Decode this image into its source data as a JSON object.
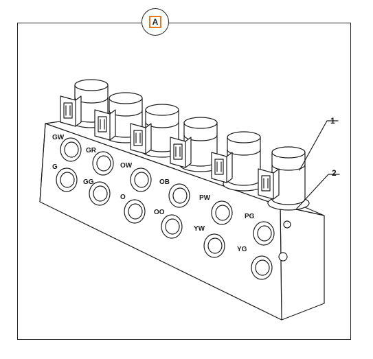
{
  "view_badge": "A",
  "accent_color": "#e87722",
  "callouts": [
    {
      "id": "1",
      "text": "1"
    },
    {
      "id": "2",
      "text": "2"
    }
  ],
  "port_labels": [
    {
      "id": "GW",
      "text": "GW"
    },
    {
      "id": "GR",
      "text": "GR"
    },
    {
      "id": "OW",
      "text": "OW"
    },
    {
      "id": "OB",
      "text": "OB"
    },
    {
      "id": "PW",
      "text": "PW"
    },
    {
      "id": "PG",
      "text": "PG"
    },
    {
      "id": "G",
      "text": "G"
    },
    {
      "id": "GG",
      "text": "GG"
    },
    {
      "id": "O",
      "text": "O"
    },
    {
      "id": "OO",
      "text": "OO"
    },
    {
      "id": "YW",
      "text": "YW"
    },
    {
      "id": "YG",
      "text": "YG"
    }
  ]
}
